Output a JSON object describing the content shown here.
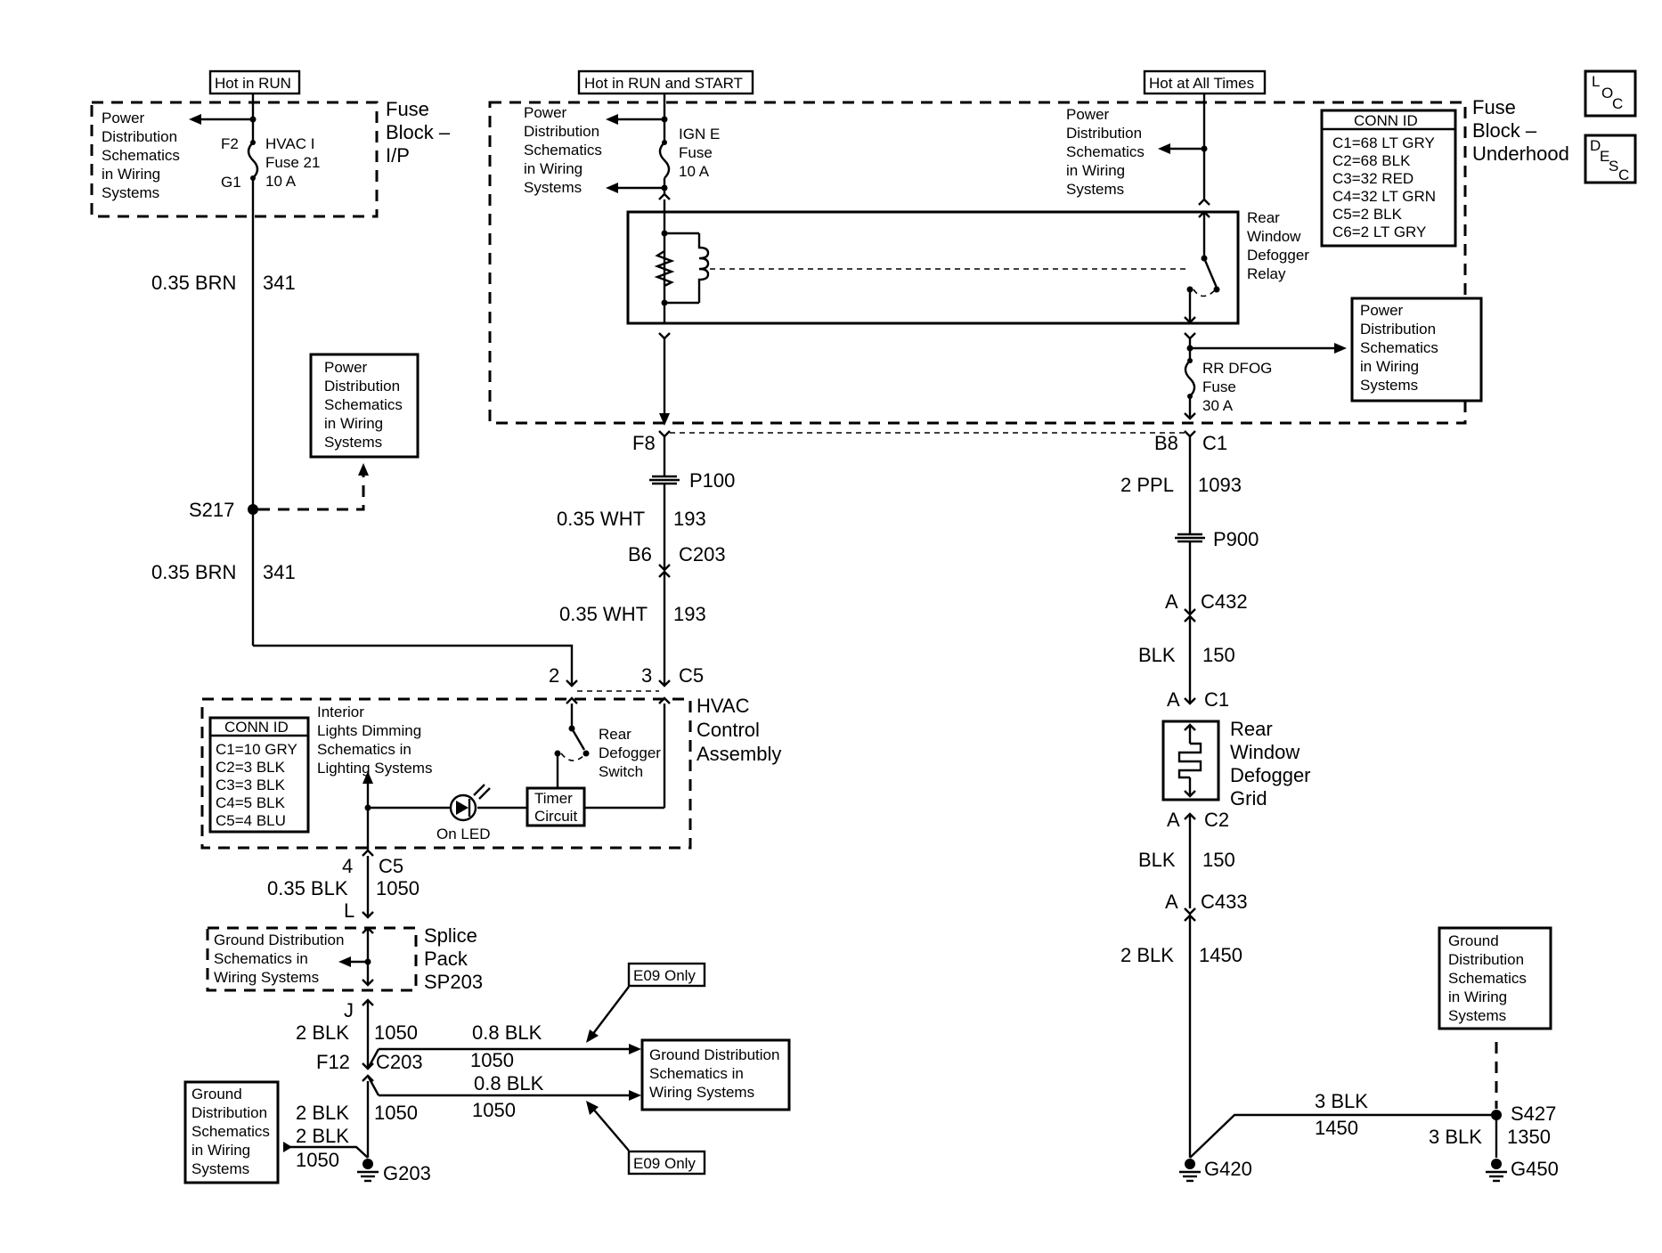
{
  "diagram": {
    "feeds": {
      "hot_in_run": "Hot in RUN",
      "hot_in_run_start": "Hot in RUN and START",
      "hot_at_all_times": "Hot at All Times"
    },
    "fuse_block_ip": {
      "title_lines": [
        "Fuse",
        "Block –",
        "I/P"
      ],
      "power_dist": [
        "Power",
        "Distribution",
        "Schematics",
        "in Wiring",
        "Systems"
      ],
      "pin_in": "F2",
      "pin_out": "G1",
      "fuse_lines": [
        "HVAC I",
        "Fuse 21",
        "10 A"
      ]
    },
    "fuse_block_underhood": {
      "title_lines": [
        "Fuse",
        "Block –",
        "Underhood"
      ],
      "power_dist_left": [
        "Power",
        "Distribution",
        "Schematics",
        "in Wiring",
        "Systems"
      ],
      "power_dist_right": [
        "Power",
        "Distribution",
        "Schematics",
        "in Wiring",
        "Systems"
      ],
      "ign_fuse_lines": [
        "IGN E",
        "Fuse",
        "10 A"
      ],
      "relay_lines": [
        "Rear",
        "Window",
        "Defogger",
        "Relay"
      ],
      "rr_fuse_lines": [
        "RR DFOG",
        "Fuse",
        "30 A"
      ],
      "power_dist_rr": [
        "Power",
        "Distribution",
        "Schematics",
        "in Wiring",
        "Systems"
      ],
      "conn_id_title": "CONN ID",
      "conn_id": [
        "C1=68 LT GRY",
        "C2=68 BLK",
        "C3=32 RED",
        "C4=32 LT GRN",
        "C5=2 BLK",
        "C6=2 LT GRY"
      ]
    },
    "legend_icons": {
      "loc": [
        "L",
        "O",
        "C"
      ],
      "desc": [
        "D",
        "E",
        "S",
        "C"
      ]
    },
    "left_circuit": {
      "wire1": {
        "gauge": "0.35 BRN",
        "num": "341"
      },
      "power_dist_box": [
        "Power",
        "Distribution",
        "Schematics",
        "in Wiring",
        "Systems"
      ],
      "splice": "S217",
      "wire2": {
        "gauge": "0.35 BRN",
        "num": "341"
      }
    },
    "center_circuit": {
      "pin_f8": "F8",
      "p100": "P100",
      "wire1": {
        "gauge": "0.35 WHT",
        "num": "193"
      },
      "pin_b6": "B6",
      "conn_c203": "C203",
      "wire2": {
        "gauge": "0.35 WHT",
        "num": "193"
      }
    },
    "hvac": {
      "pin2": "2",
      "pin3": "3",
      "conn_c5": "C5",
      "title_lines": [
        "HVAC",
        "Control",
        "Assembly"
      ],
      "conn_id_title": "CONN ID",
      "conn_id": [
        "C1=10 GRY",
        "C2=3 BLK",
        "C3=3 BLK",
        "C4=5 BLK",
        "C5=4 BLU"
      ],
      "interior": [
        "Interior",
        "Lights Dimming",
        "Schematics in",
        "Lighting Systems"
      ],
      "switch_lines": [
        "Rear",
        "Defogger",
        "Switch"
      ],
      "timer_lines": [
        "Timer",
        "Circuit"
      ],
      "led": "On LED"
    },
    "lower_left": {
      "pin4": "4",
      "c5": "C5",
      "wire1": {
        "gauge": "0.35 BLK",
        "num": "1050"
      },
      "pin_l": "L",
      "gd_box": [
        "Ground Distribution",
        "Schematics in",
        "Wiring Systems"
      ],
      "splice_lines": [
        "Splice",
        "Pack",
        "SP203"
      ],
      "pin_j": "J",
      "wire2": {
        "gauge": "2 BLK",
        "num": "1050"
      },
      "pin_f12": "F12",
      "c203": "C203",
      "wire3": {
        "gauge": "2 BLK",
        "num": "1050"
      },
      "wire4": {
        "gauge": "2 BLK",
        "num": "1050"
      },
      "branch1": {
        "gauge": "0.8 BLK",
        "num": "1050"
      },
      "branch2": {
        "gauge": "0.8 BLK",
        "num": "1050"
      },
      "e09_top": "E09 Only",
      "e09_bottom": "E09 Only",
      "gd_right": [
        "Ground Distribution",
        "Schematics in",
        "Wiring Systems"
      ],
      "gd_left": [
        "Ground",
        "Distribution",
        "Schematics",
        "in Wiring",
        "Systems"
      ],
      "ground": "G203"
    },
    "right_circuit": {
      "pin_b8": "B8",
      "conn_c1": "C1",
      "wire1": {
        "gauge": "2 PPL",
        "num": "1093"
      },
      "p900": "P900",
      "pin_a1": "A",
      "c432": "C432",
      "wire2": {
        "gauge": "BLK",
        "num": "150"
      },
      "pin_a2": "A",
      "c1": "C1",
      "grid_lines": [
        "Rear",
        "Window",
        "Defogger",
        "Grid"
      ],
      "pin_a3": "A",
      "c2": "C2",
      "wire3": {
        "gauge": "BLK",
        "num": "150"
      },
      "pin_a4": "A",
      "c433": "C433",
      "wire4": {
        "gauge": "2 BLK",
        "num": "1450"
      },
      "ground_g420": "G420",
      "wire5": {
        "gauge": "3 BLK",
        "num": "1450"
      },
      "splice_s427": "S427",
      "wire6": {
        "gauge": "3 BLK",
        "num": "1350"
      },
      "ground_g450": "G450",
      "gd_box": [
        "Ground",
        "Distribution",
        "Schematics",
        "in Wiring",
        "Systems"
      ]
    }
  }
}
